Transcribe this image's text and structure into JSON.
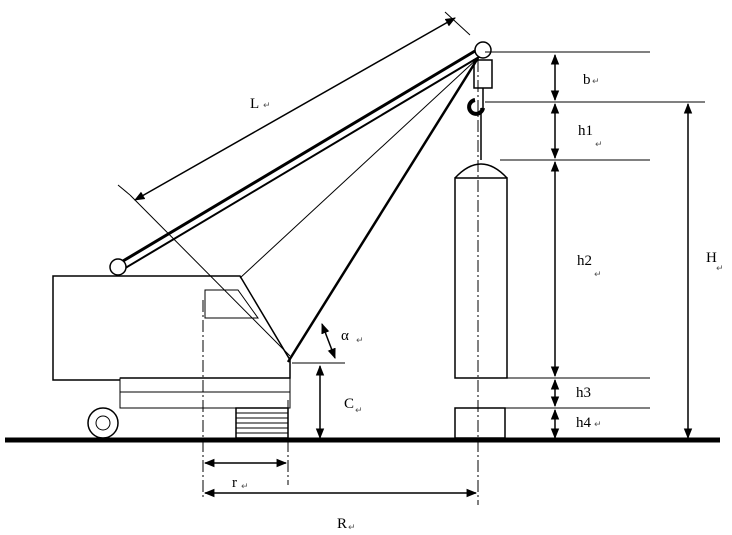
{
  "labels": {
    "L": "L",
    "b": "b",
    "h1": "h1",
    "h2": "h2",
    "h3": "h3",
    "h4": "h4",
    "H": "H",
    "C": "C",
    "alpha": "α",
    "r": "r",
    "R": "R"
  },
  "return_mark": "↵"
}
